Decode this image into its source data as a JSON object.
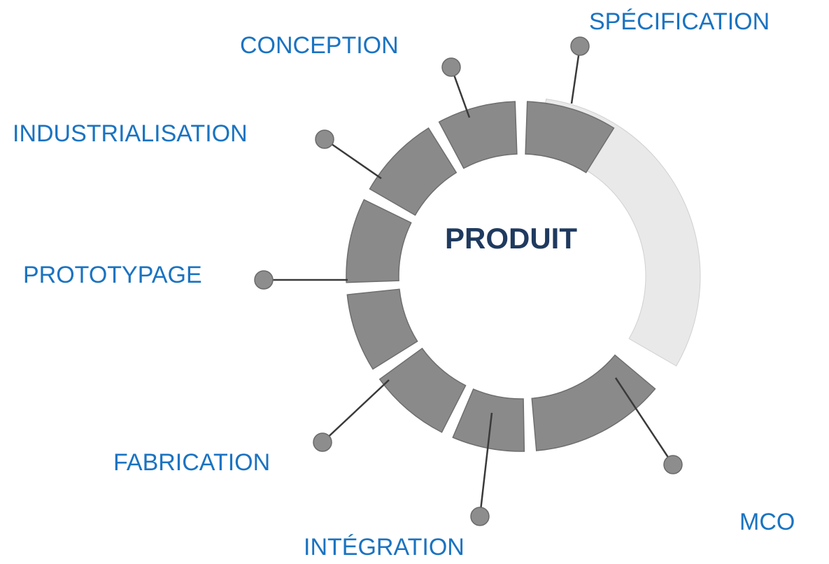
{
  "diagram": {
    "center_label": "PRODUIT",
    "phases": [
      {
        "id": "specification",
        "label": "SPÉCIFICATION"
      },
      {
        "id": "conception",
        "label": "CONCEPTION"
      },
      {
        "id": "industrialisation",
        "label": "INDUSTRIALISATION"
      },
      {
        "id": "prototypage",
        "label": "PROTOTYPAGE"
      },
      {
        "id": "fabrication",
        "label": "FABRICATION"
      },
      {
        "id": "integration",
        "label": "INTÉGRATION"
      },
      {
        "id": "mco",
        "label": "MCO"
      }
    ]
  },
  "colors": {
    "segment_fill": "#8a8a8a",
    "segment_stroke": "#6e6e6e",
    "rim": "#e9e9e9",
    "connector": "#3a3a3a",
    "pin": "#8d8d8d",
    "label": "#1a73c1",
    "center_label": "#1f3a5f"
  }
}
